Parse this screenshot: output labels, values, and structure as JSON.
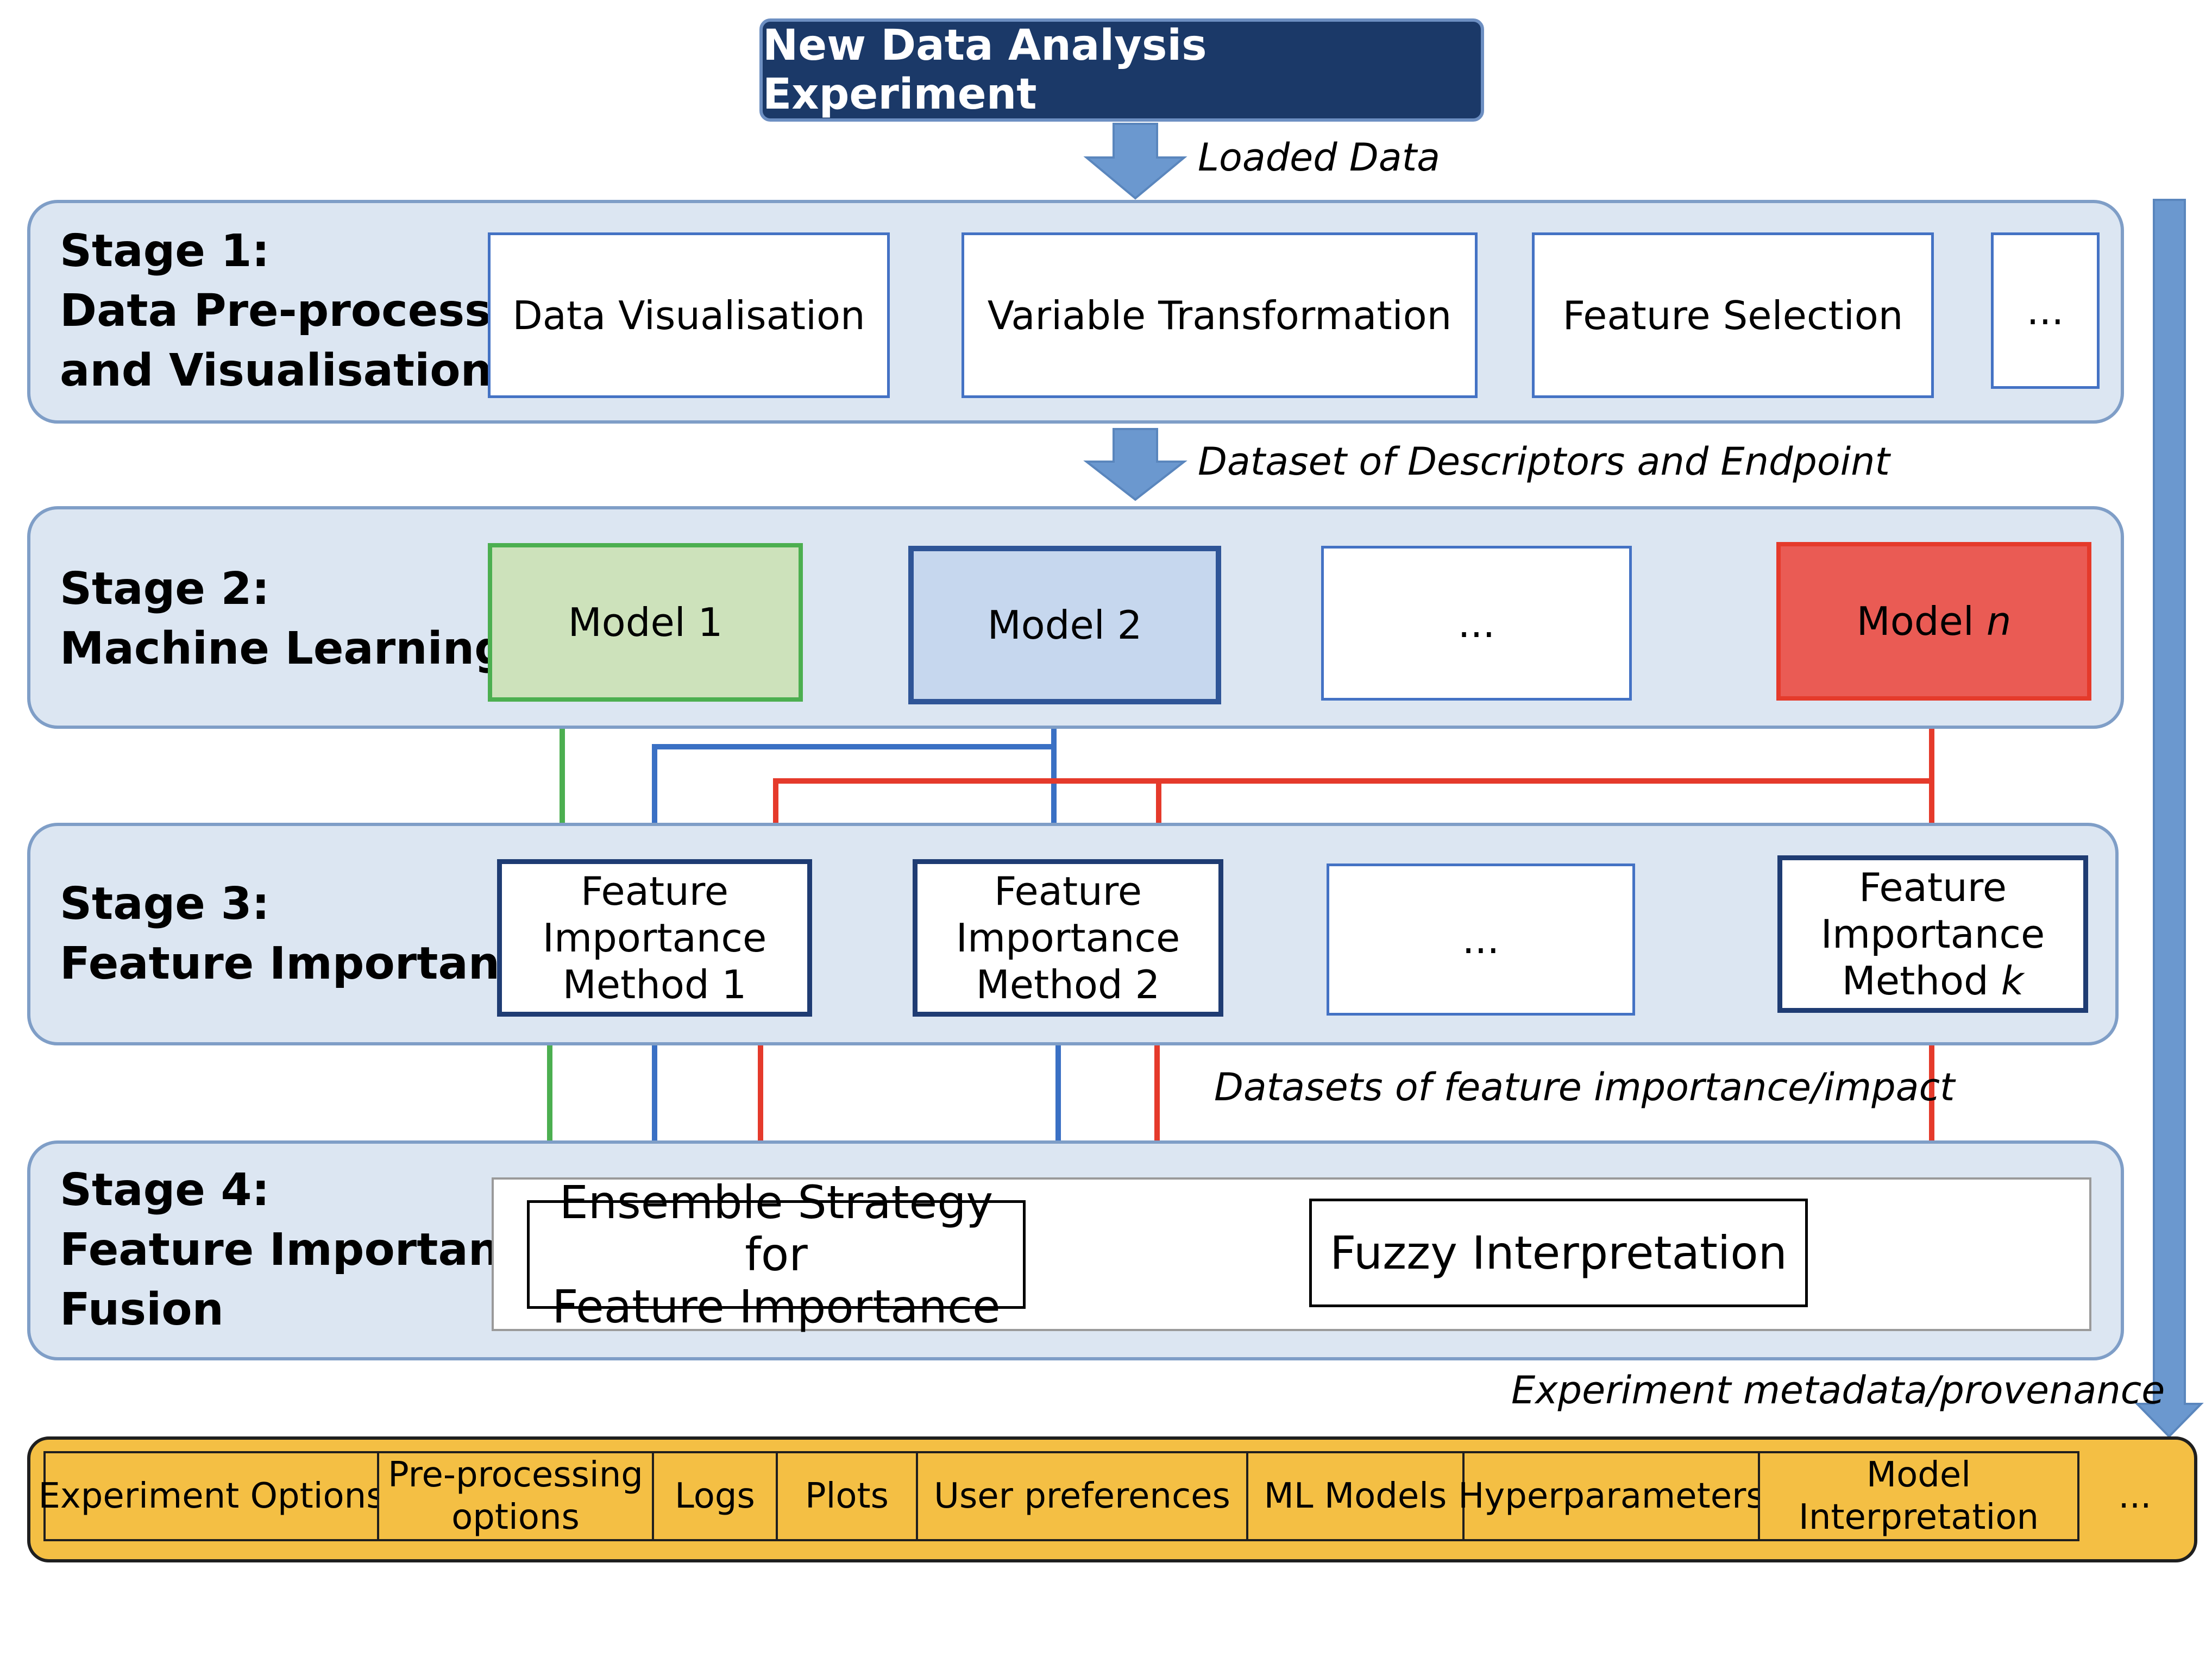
{
  "title": "New Data Analysis Experiment",
  "flows": {
    "loaded_data": "Loaded Data",
    "dataset_descriptors": "Dataset of Descriptors and Endpoint",
    "datasets_importance": "Datasets of feature importance/impact",
    "metadata": "Experiment metadata/provenance"
  },
  "stage1": {
    "label": [
      "Stage 1:",
      "Data Pre-processing",
      "and Visualisation"
    ],
    "boxes": [
      "Data Visualisation",
      "Variable Transformation",
      "Feature Selection",
      "..."
    ]
  },
  "stage2": {
    "label": [
      "Stage 2:",
      "Machine Learning"
    ],
    "model1": "Model 1",
    "model2": "Model 2",
    "ellipsis": "...",
    "modeln_prefix": "Model",
    "modeln_var": "n"
  },
  "stage3": {
    "label": [
      "Stage 3:",
      "Feature Importance"
    ],
    "method_lines": [
      "Feature",
      "Importance"
    ],
    "method1": "Method 1",
    "method2": "Method 2",
    "ellipsis": "...",
    "methodk_prefix": "Method",
    "methodk_var": "k"
  },
  "stage4": {
    "label": [
      "Stage 4:",
      "Feature Importance",
      "Fusion"
    ],
    "ensemble": [
      "Ensemble Strategy for",
      "Feature Importance"
    ],
    "fuzzy": "Fuzzy Interpretation"
  },
  "metadata_cells": [
    "Experiment Options",
    "Pre-processing options",
    "Logs",
    "Plots",
    "User preferences",
    "ML Models",
    "Hyperparameters",
    "Model Interpretation",
    "..."
  ],
  "colors": {
    "green": "#4caf50",
    "blue": "#3a70c4",
    "red": "#e53a2b",
    "model1_fill": "#cde2bb",
    "model2_fill": "#c6d7ee",
    "modeln_fill": "#ea5b54",
    "panel_fill": "#dce6f2",
    "title_fill": "#1b3968",
    "meta_fill": "#f4bf44"
  }
}
